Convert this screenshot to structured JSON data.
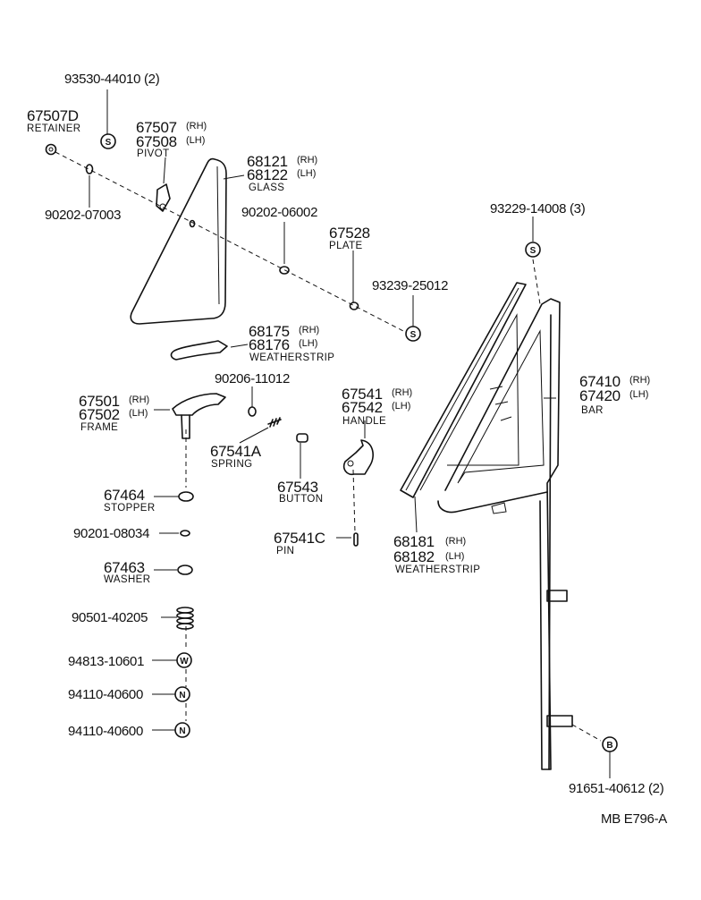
{
  "labels": {
    "p93530": "93530-44010 (2)",
    "p67507d": "67507D",
    "retainer": "RETAINER",
    "p67507": "67507",
    "p67508": "67508",
    "pivot": "PIVOT",
    "p90202_07003": "90202-07003",
    "p68121": "68121",
    "p68122": "68122",
    "glass": "GLASS",
    "p90202_06002": "90202-06002",
    "p67528": "67528",
    "plate": "PLATE",
    "p93239": "93239-25012",
    "p93229": "93229-14008 (3)",
    "p68175": "68175",
    "p68176": "68176",
    "weatherstrip1": "WEATHERSTRIP",
    "p90206": "90206-11012",
    "p67501": "67501",
    "p67502": "67502",
    "frame": "FRAME",
    "p67541": "67541",
    "p67542": "67542",
    "handle": "HANDLE",
    "p67541a": "67541A",
    "spring": "SPRING",
    "p67543": "67543",
    "button": "BUTTON",
    "p67410": "67410",
    "p67420": "67420",
    "bar": "BAR",
    "p67464": "67464",
    "stopper": "STOPPER",
    "p90201": "90201-08034",
    "p67541c": "67541C",
    "pin": "PIN",
    "p68181": "68181",
    "p68182": "68182",
    "weatherstrip2": "WEATHERSTRIP",
    "p67463": "67463",
    "washer": "WASHER",
    "p90501": "90501-40205",
    "p94813": "94813-10601",
    "p94110a": "94110-40600",
    "p94110b": "94110-40600",
    "p91651": "91651-40612 (2)",
    "rh": "(RH)",
    "lh": "(LH)",
    "code": "MB  E796-A"
  },
  "symbols": {
    "s": "S",
    "w": "W",
    "n": "N",
    "b": "B"
  }
}
